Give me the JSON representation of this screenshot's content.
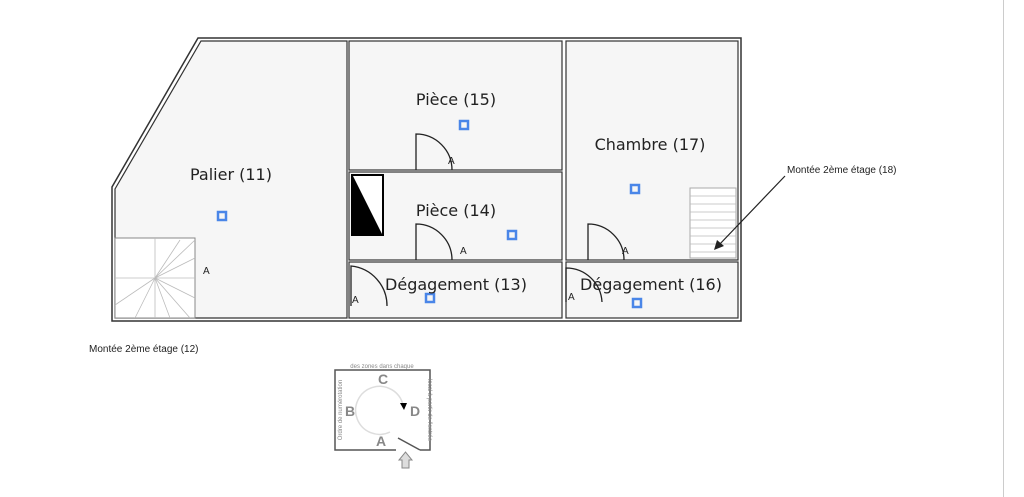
{
  "rooms": [
    {
      "name": "Palier (11)"
    },
    {
      "name": "Pièce (15)"
    },
    {
      "name": "Pièce (14)"
    },
    {
      "name": "Dégagement (13)"
    },
    {
      "name": "Chambre (17)"
    },
    {
      "name": "Dégagement (16)"
    }
  ],
  "annotations": {
    "stairs_left": "Montée 2ème étage (12)",
    "stairs_right": "Montée 2ème étage (18)",
    "door_letter": "A"
  },
  "legend": {
    "top": "des zones dans chaque",
    "left": "Ordre de numérotation",
    "right": "local à partir de l'entrée",
    "a": "A",
    "b": "B",
    "c": "C",
    "d": "D"
  },
  "colors": {
    "marker": "#4a86e8"
  }
}
